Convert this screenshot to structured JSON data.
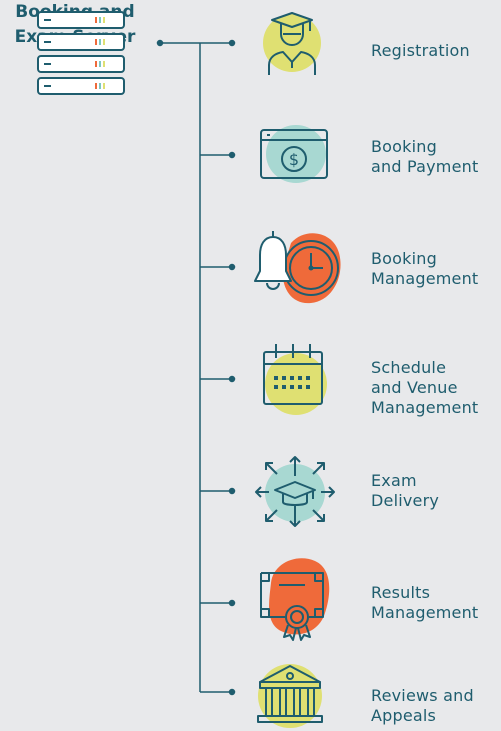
{
  "server": {
    "title_lines": [
      "Booking and",
      "Exam Server"
    ],
    "icon": "server-icon"
  },
  "items": [
    {
      "icon": "graduate-icon",
      "lines": [
        "Registration"
      ]
    },
    {
      "icon": "dollar-card-icon",
      "lines": [
        "Booking",
        "and Payment"
      ]
    },
    {
      "icon": "bell-clock-icon",
      "lines": [
        "Booking",
        "Management"
      ]
    },
    {
      "icon": "calendar-icon",
      "lines": [
        "Schedule",
        "and Venue",
        "Management"
      ]
    },
    {
      "icon": "exam-delivery-icon",
      "lines": [
        "Exam",
        "Delivery"
      ]
    },
    {
      "icon": "certificate-icon",
      "lines": [
        "Results",
        "Management"
      ]
    },
    {
      "icon": "institution-icon",
      "lines": [
        "Reviews and",
        "Appeals"
      ]
    }
  ],
  "colors": {
    "line": "#1f5d6e",
    "yellow": "#dfe072",
    "teal": "#a8d8d2",
    "orange": "#ef6a3a",
    "background": "#e8e9eb"
  }
}
